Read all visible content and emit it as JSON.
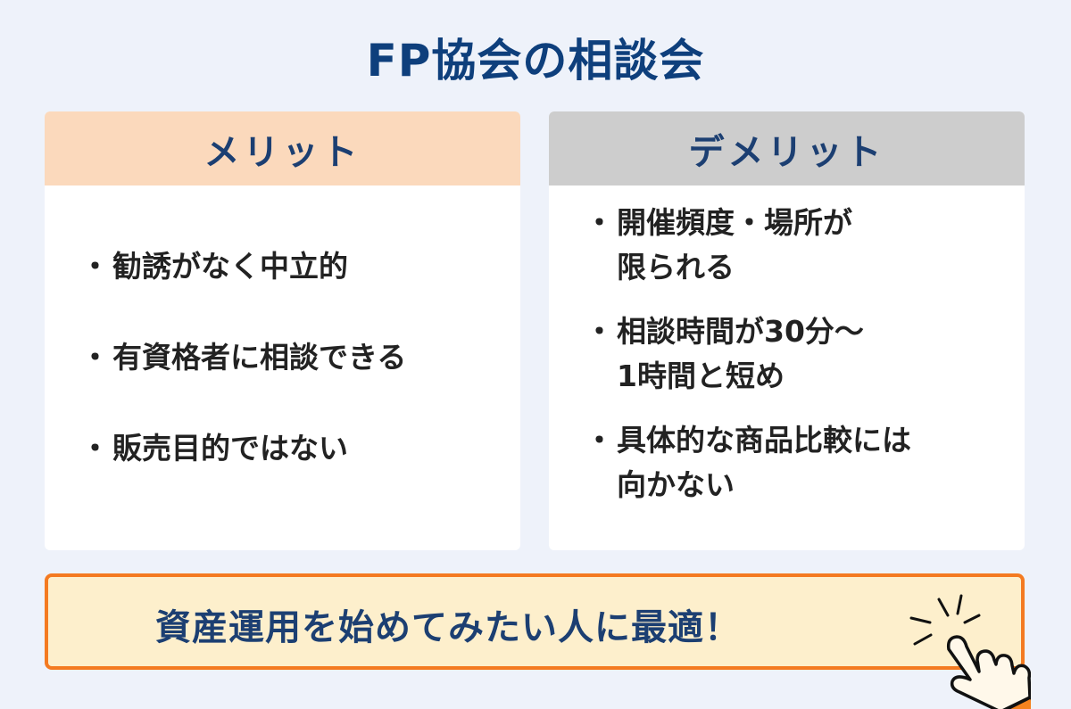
{
  "title": "FP協会の相談会",
  "merit": {
    "heading": "メリット",
    "items": [
      "勧誘がなく中立的",
      "有資格者に相談できる",
      "販売目的ではない"
    ]
  },
  "demerit": {
    "heading": "デメリット",
    "items": [
      [
        "開催頻度・場所が",
        "限られる"
      ],
      [
        "相談時間が30分～",
        "1時間と短め"
      ],
      [
        "具体的な商品比較には",
        "向かない"
      ]
    ]
  },
  "footer": {
    "text": "資産運用を始めてみたい人に最適！",
    "icon": "pointing-hand-icon"
  },
  "colors": {
    "title": "#0e3f7c",
    "merit_header": "#fbd9bc",
    "demerit_header": "#cdcdcd",
    "footer_border": "#f47a20",
    "footer_bg": "#fdefcc"
  }
}
